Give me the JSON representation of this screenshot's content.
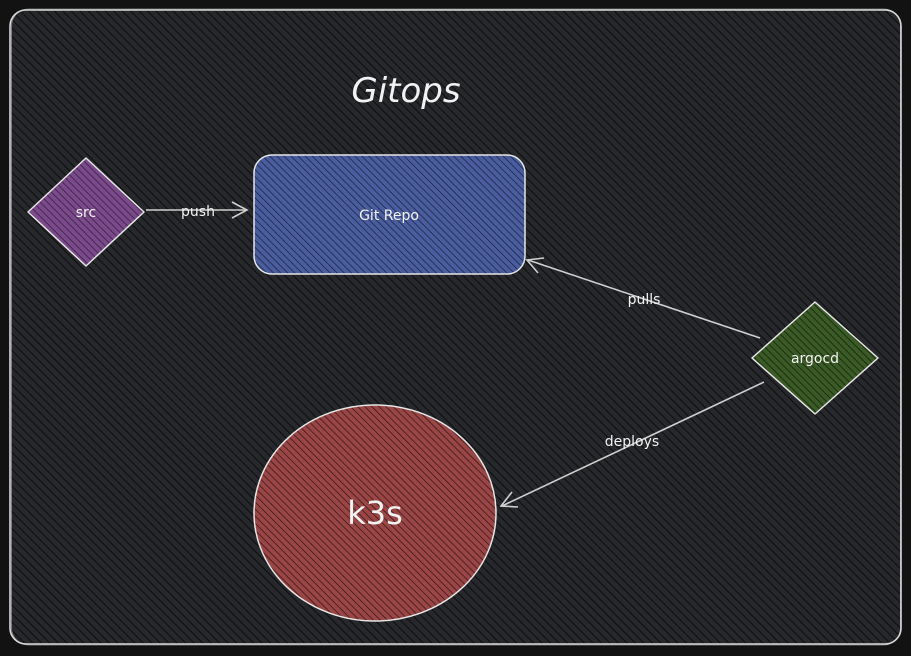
{
  "title": "Gitops",
  "nodes": {
    "src": {
      "label": "src",
      "shape": "diamond",
      "color": "#6b3d7a"
    },
    "git_repo": {
      "label": "Git Repo",
      "shape": "rounded-rectangle",
      "color": "#3c4f8f"
    },
    "argocd": {
      "label": "argocd",
      "shape": "diamond",
      "color": "#2d4a1e"
    },
    "k3s": {
      "label": "k3s",
      "shape": "circle",
      "color": "#8a3a3a"
    }
  },
  "edges": [
    {
      "from": "src",
      "to": "git_repo",
      "label": "push"
    },
    {
      "from": "argocd",
      "to": "git_repo",
      "label": "pulls"
    },
    {
      "from": "argocd",
      "to": "k3s",
      "label": "deploys"
    }
  ],
  "colors": {
    "frame_fill": "#26282b",
    "frame_stroke": "#d8d8d8",
    "hatch": "#0e0f10",
    "line": "#cfcfcf",
    "text": "#f2f2f2"
  }
}
